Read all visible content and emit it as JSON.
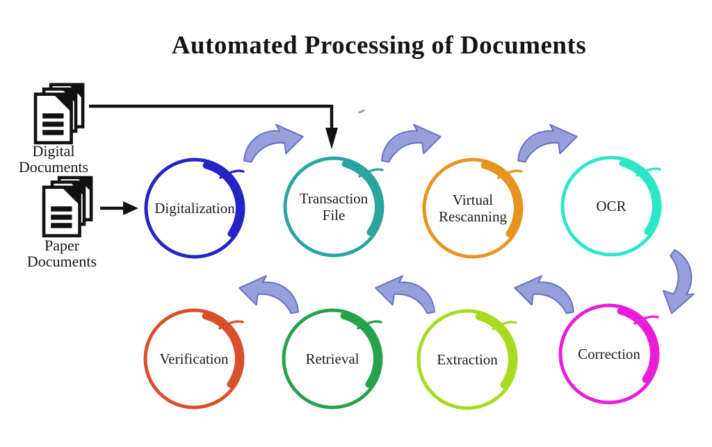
{
  "title": "Automated Processing of Documents",
  "sources": {
    "digital": {
      "label": "Digital Documents"
    },
    "paper": {
      "label": "Paper Documents"
    }
  },
  "nodes": [
    {
      "id": "digitalization",
      "label": "Digitalization",
      "color": "#2323c6"
    },
    {
      "id": "transaction-file",
      "label": "Transaction File",
      "color": "#2aa49d"
    },
    {
      "id": "virtual-rescanning",
      "label": "Virtual Rescanning",
      "color": "#e6941f"
    },
    {
      "id": "ocr",
      "label": "OCR",
      "color": "#2be7c8"
    },
    {
      "id": "correction",
      "label": "Correction",
      "color": "#ea1cdc"
    },
    {
      "id": "extraction",
      "label": "Extraction",
      "color": "#a8da1f"
    },
    {
      "id": "retrieval",
      "label": "Retrieval",
      "color": "#25a24b"
    },
    {
      "id": "verification",
      "label": "Verification",
      "color": "#d84f2b"
    }
  ],
  "colors": {
    "flow_arrow_fill": "#97a0da",
    "flow_arrow_outline": "#6673c5",
    "connector": "#121212"
  }
}
